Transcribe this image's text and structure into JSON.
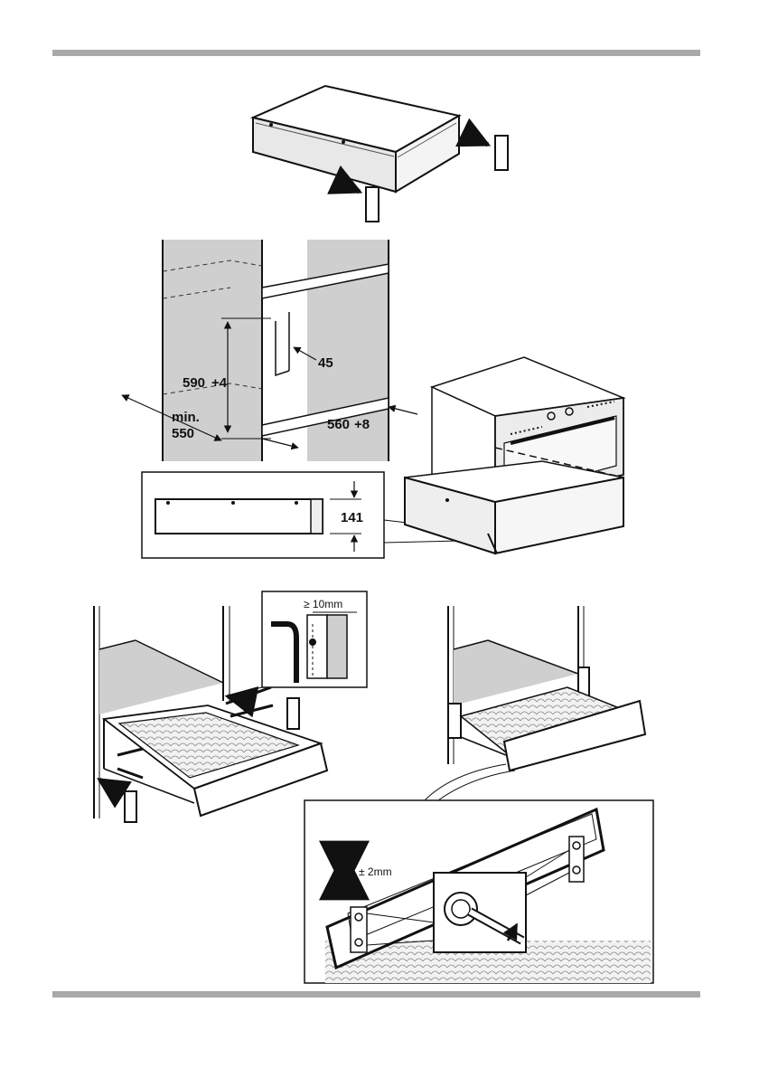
{
  "figure1": {},
  "figure2": {
    "dims": {
      "height_590": "590",
      "height_590_tol": "+4",
      "depth_45": "45",
      "min_label": "min.",
      "min_value": "550",
      "width_560": "560",
      "width_560_tol": "+8",
      "front_height_141": "141"
    }
  },
  "figure3": {
    "gap_label": "≥ 10mm"
  },
  "figure5": {
    "adjust_label": "± 2mm"
  },
  "colors": {
    "cabinet_gray": "#cfcfcf",
    "line": "#111111",
    "rule": "#a9a9a9",
    "mesh": "#e6e6e6"
  }
}
